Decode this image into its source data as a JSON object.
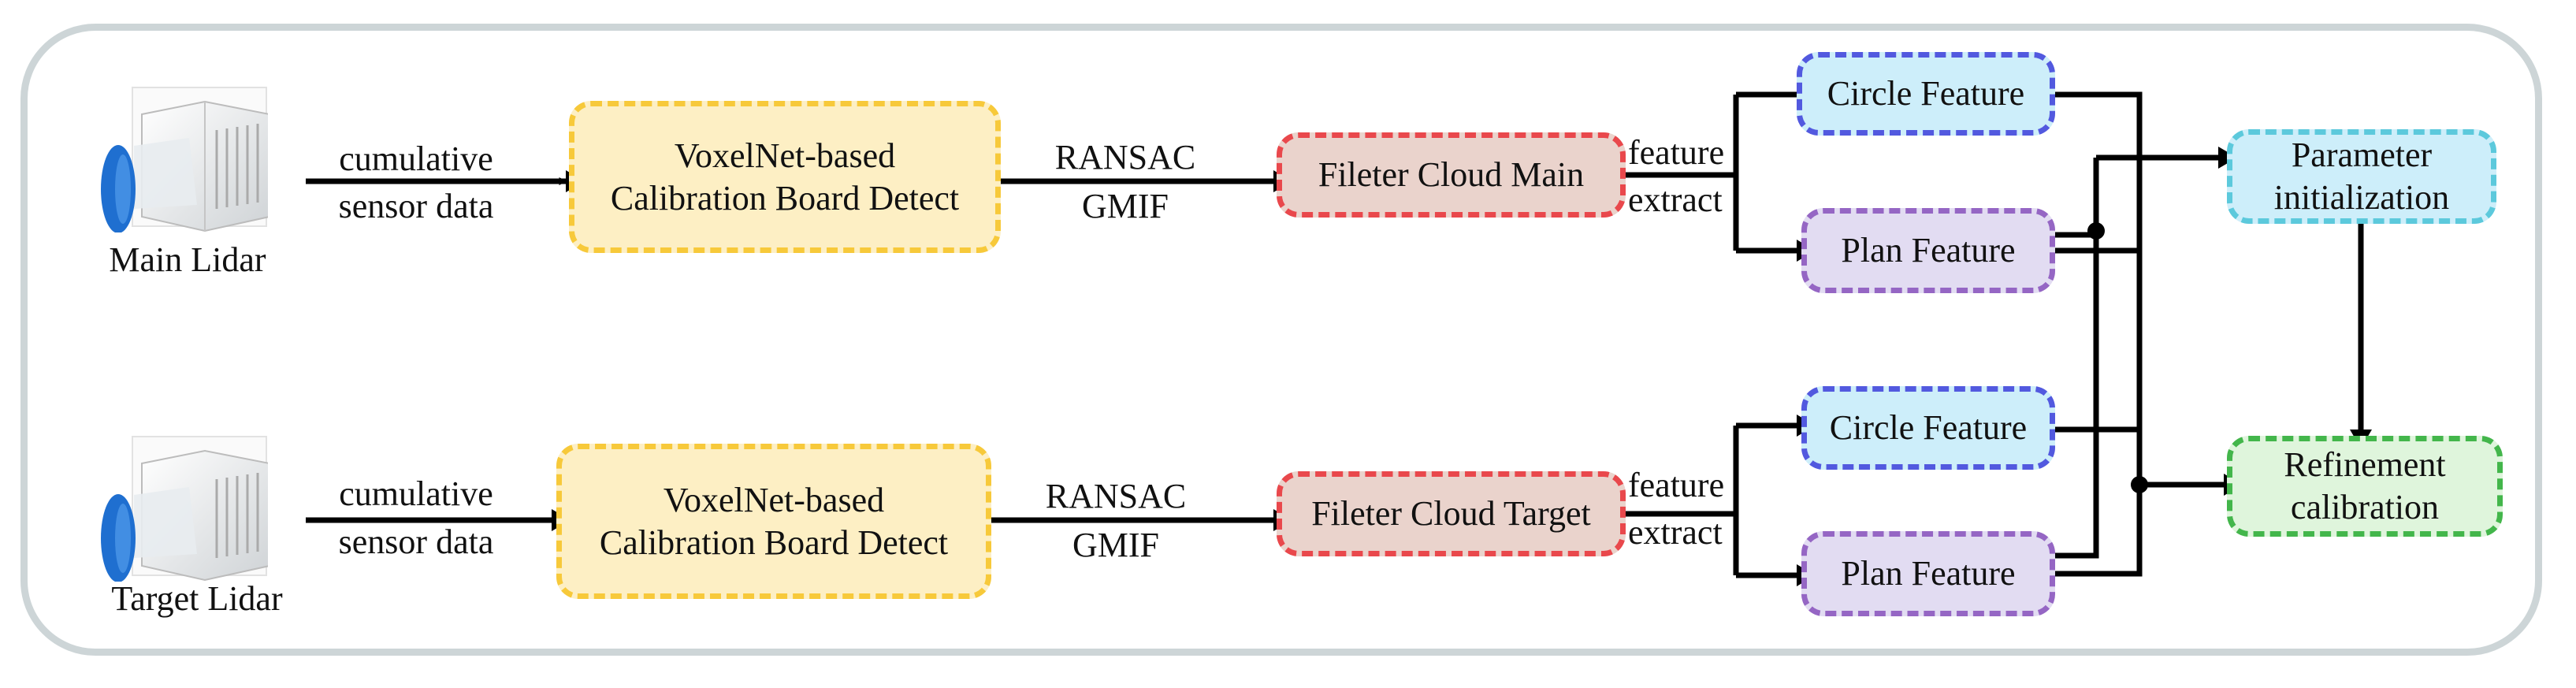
{
  "sources": [
    {
      "label": "Main Lidar",
      "icon": "lidar-sensor-icon"
    },
    {
      "label": "Target Lidar",
      "icon": "lidar-sensor-icon"
    }
  ],
  "edges": {
    "cumulative_1": "cumulative",
    "sensor_1": "sensor data",
    "cumulative_2": "cumulative",
    "sensor_2": "sensor data",
    "ransac_1": "RANSAC",
    "gmif_1": "GMIF",
    "ransac_2": "RANSAC",
    "gmif_2": "GMIF",
    "feature_1": "feature",
    "extract_1": "extract",
    "feature_2": "feature",
    "extract_2": "extract"
  },
  "nodes": {
    "detect_main": {
      "line1": "VoxelNet-based",
      "line2": "Calibration Board Detect"
    },
    "detect_target": {
      "line1": "VoxelNet-based",
      "line2": "Calibration Board Detect"
    },
    "filter_main": "Fileter Cloud Main",
    "filter_target": "Fileter Cloud Target",
    "circle_main": "Circle Feature",
    "plan_main": "Plan Feature",
    "circle_target": "Circle Feature",
    "plan_target": "Plan Feature",
    "param_init": {
      "line1": "Parameter",
      "line2": "initialization"
    },
    "refine": {
      "line1": "Refinement",
      "line2": "calibration"
    }
  },
  "colors": {
    "yellow_fill": "#fdefc4",
    "yellow_border": "#f7c93a",
    "red_fill": "#ead3cc",
    "red_border": "#e9484c",
    "blue_fill": "#cdeefa",
    "blue_border": "#5259df",
    "purple_fill": "#e2dcf2",
    "purple_border": "#9566c4",
    "cyan_border": "#5cc9dc",
    "green_fill": "#dff5dc",
    "green_border": "#43b64b",
    "frame": "#cdd5d7"
  }
}
